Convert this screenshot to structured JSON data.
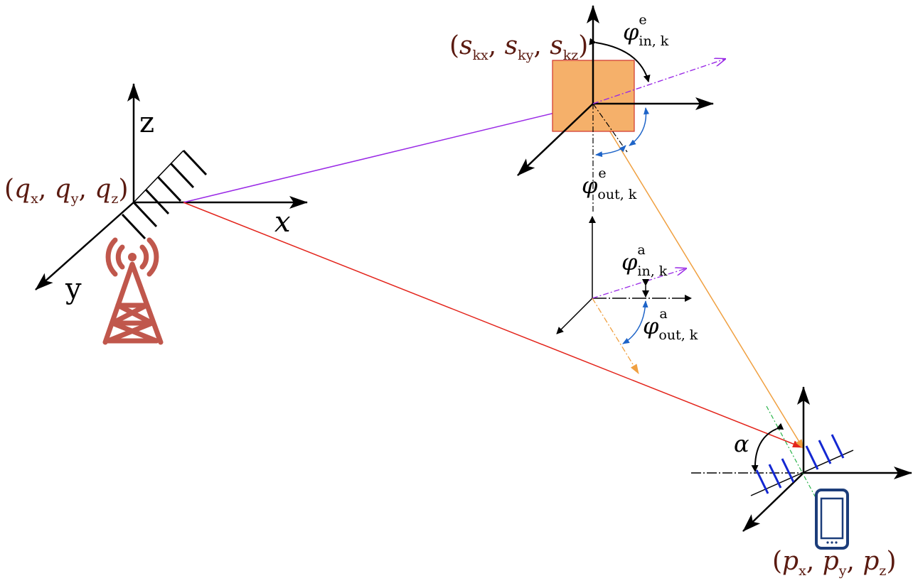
{
  "bs": {
    "coord_label": "(q_x, q_y, q_z)",
    "axis_z": "z",
    "axis_x": "x",
    "axis_y": "y",
    "icon": "cell-tower-icon"
  },
  "ris": {
    "coord_label": "(s_kx, s_ky, s_kz)",
    "angle_in": "φ in,k e",
    "angle_out": "φ out,k e"
  },
  "azimuth": {
    "angle_in": "φ in,k a",
    "angle_out": "φ out,k a"
  },
  "user": {
    "coord_label": "(p_x, p_y, p_z)",
    "angle_alpha": "α",
    "icon": "smartphone-icon"
  },
  "colors": {
    "ris_fill": "#f5b06a",
    "ris_stroke": "#d0342c",
    "bs_to_ris": "#9a2ae6",
    "bs_to_user": "#e3241b",
    "ris_to_user": "#f0a040",
    "angle_arc": "#1e64c8",
    "user_array": "#1428d2",
    "tower": "#c0574c",
    "phone": "#1c3d7a",
    "coord_text": "#5a1a10"
  }
}
